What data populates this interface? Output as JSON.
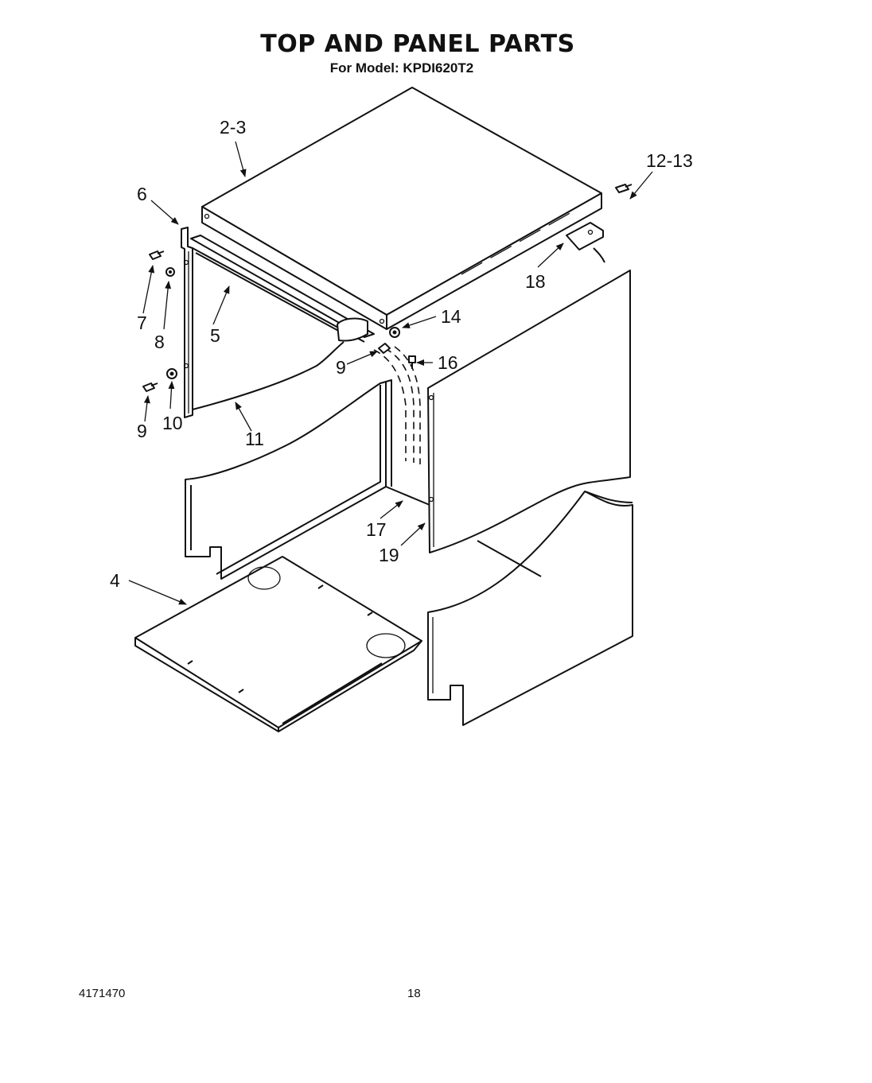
{
  "header": {
    "title": "TOP AND PANEL PARTS",
    "subtitle": "For Model: KPDI620T2"
  },
  "footer": {
    "doc_number": "4171470",
    "page_number": "18"
  },
  "callouts": {
    "c_2_3": "2-3",
    "c_12_13": "12-13",
    "c_6": "6",
    "c_18": "18",
    "c_14": "14",
    "c_7": "7",
    "c_8": "8",
    "c_5": "5",
    "c_9a": "9",
    "c_16": "16",
    "c_9b": "9",
    "c_10": "10",
    "c_11": "11",
    "c_17": "17",
    "c_19": "19",
    "c_4": "4"
  }
}
